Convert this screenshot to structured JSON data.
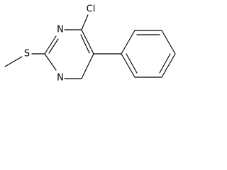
{
  "structure": {
    "atoms": {
      "chlorine": "Cl",
      "nitrogen_top": "N",
      "nitrogen_bottom": "N",
      "sulfur": "S"
    },
    "colors": {
      "background": "#ffffff",
      "ink": "#000000"
    }
  }
}
